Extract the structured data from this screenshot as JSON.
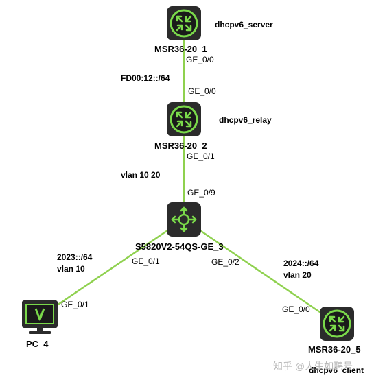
{
  "colors": {
    "link": "#8fd14f",
    "device_body": "#2b2b2b",
    "device_glyph": "#7ad94a"
  },
  "devices": [
    {
      "name": "MSR36-20_1",
      "role": "dhcpv6_server",
      "icon": "router-icon"
    },
    {
      "name": "MSR36-20_2",
      "role": "dhcpv6_relay",
      "icon": "router-icon"
    },
    {
      "name": "S5820V2-54QS-GE_3",
      "role": "",
      "icon": "switch-icon"
    },
    {
      "name": "PC_4",
      "role": "",
      "icon": "pc-monitor-icon"
    },
    {
      "name": "MSR36-20_5",
      "role": "dhcpv6_client",
      "icon": "router-icon"
    }
  ],
  "links": [
    {
      "a_if": "GE_0/0",
      "b_if": "GE_0/0",
      "subnet": "FD00:12::/64",
      "vlan": ""
    },
    {
      "a_if": "GE_0/1",
      "b_if": "GE_0/9",
      "subnet": "",
      "vlan": "vlan 10 20"
    },
    {
      "a_if": "GE_0/1",
      "b_if": "GE_0/1",
      "subnet": "2023::/64",
      "vlan": "vlan 10"
    },
    {
      "a_if": "GE_0/2",
      "b_if": "GE_0/0",
      "subnet": "2024::/64",
      "vlan": "vlan 20"
    }
  ],
  "watermark": "知乎 @人生如聘号"
}
